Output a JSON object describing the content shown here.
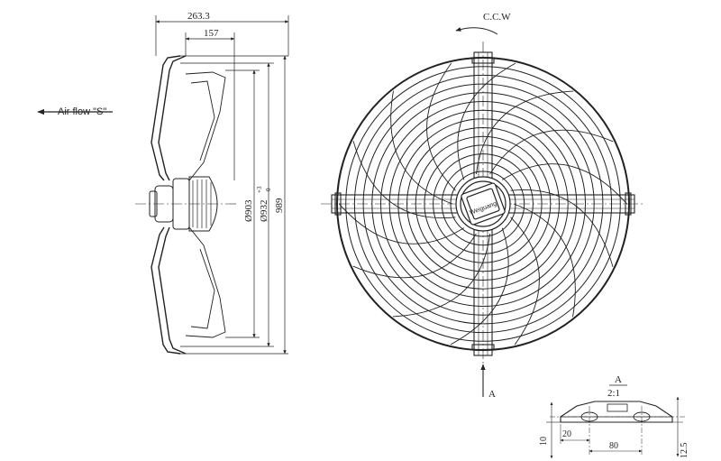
{
  "side_view": {
    "airflow_label": "Air flow \"S\"",
    "dim_depth_total": "263.3",
    "dim_depth_motor": "157",
    "dim_blade_dia": "Ø903",
    "dim_guard_dia": "Ø932",
    "dim_guard_tol_upper": "+3",
    "dim_guard_tol_lower": "0",
    "dim_overall": "989"
  },
  "front_view": {
    "rotation_label": "C.C.W",
    "brand_label": "Weiguang",
    "view_arrow_label": "A"
  },
  "detail_view": {
    "title": "A",
    "scale": "2:1",
    "dim_height": "10",
    "dim_hole_offset": "20",
    "dim_hole_spacing": "80",
    "dim_flange": "12.5"
  }
}
